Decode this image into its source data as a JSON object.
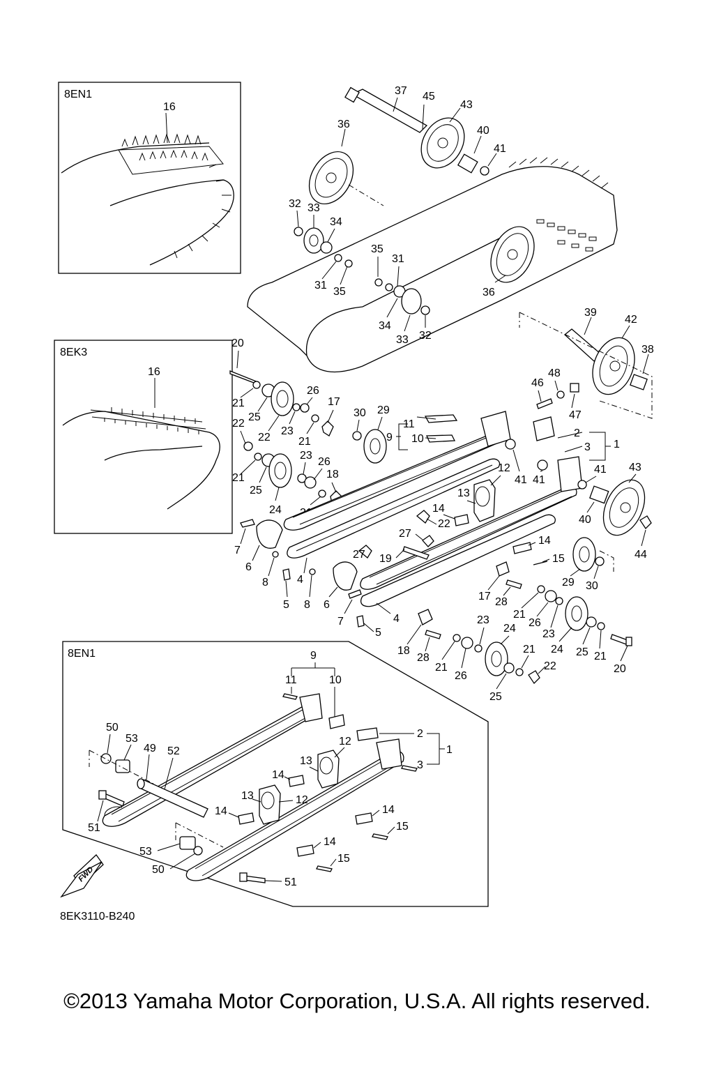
{
  "insets": [
    {
      "title": "8EN1"
    },
    {
      "title": "8EK3"
    },
    {
      "title": "8EN1"
    }
  ],
  "callouts": [
    {
      "id": "c1",
      "text": "16"
    },
    {
      "id": "c2",
      "text": "16"
    },
    {
      "id": "c3",
      "text": "37"
    },
    {
      "id": "c4",
      "text": "45"
    },
    {
      "id": "c5",
      "text": "43"
    },
    {
      "id": "c6",
      "text": "36"
    },
    {
      "id": "c7",
      "text": "40"
    },
    {
      "id": "c8",
      "text": "41"
    },
    {
      "id": "c9",
      "text": "32"
    },
    {
      "id": "c10",
      "text": "33"
    },
    {
      "id": "c11",
      "text": "34"
    },
    {
      "id": "c12",
      "text": "35"
    },
    {
      "id": "c13",
      "text": "31"
    },
    {
      "id": "c14",
      "text": "31"
    },
    {
      "id": "c15",
      "text": "35"
    },
    {
      "id": "c16",
      "text": "36"
    },
    {
      "id": "c17",
      "text": "34"
    },
    {
      "id": "c18",
      "text": "33"
    },
    {
      "id": "c19",
      "text": "32"
    },
    {
      "id": "c20",
      "text": "39"
    },
    {
      "id": "c21",
      "text": "42"
    },
    {
      "id": "c22",
      "text": "38"
    },
    {
      "id": "c23",
      "text": "20"
    },
    {
      "id": "c24",
      "text": "21"
    },
    {
      "id": "c25",
      "text": "25"
    },
    {
      "id": "c26",
      "text": "26"
    },
    {
      "id": "c27",
      "text": "17"
    },
    {
      "id": "c28",
      "text": "30"
    },
    {
      "id": "c29",
      "text": "29"
    },
    {
      "id": "c30",
      "text": "11"
    },
    {
      "id": "c31",
      "text": "9"
    },
    {
      "id": "c32",
      "text": "10"
    },
    {
      "id": "c33",
      "text": "48"
    },
    {
      "id": "c34",
      "text": "46"
    },
    {
      "id": "c35",
      "text": "47"
    },
    {
      "id": "c36",
      "text": "2"
    },
    {
      "id": "c37",
      "text": "3"
    },
    {
      "id": "c38",
      "text": "1"
    },
    {
      "id": "c39",
      "text": "22"
    },
    {
      "id": "c40",
      "text": "23"
    },
    {
      "id": "c41",
      "text": "24"
    },
    {
      "id": "c42",
      "text": "21"
    },
    {
      "id": "c43",
      "text": "23"
    },
    {
      "id": "c44",
      "text": "26"
    },
    {
      "id": "c45",
      "text": "21"
    },
    {
      "id": "c46",
      "text": "25"
    },
    {
      "id": "c47",
      "text": "24"
    },
    {
      "id": "c48",
      "text": "18"
    },
    {
      "id": "c49",
      "text": "21"
    },
    {
      "id": "c50",
      "text": "12"
    },
    {
      "id": "c51",
      "text": "41"
    },
    {
      "id": "c52",
      "text": "41"
    },
    {
      "id": "c53",
      "text": "43"
    },
    {
      "id": "c54",
      "text": "13"
    },
    {
      "id": "c55",
      "text": "14"
    },
    {
      "id": "c56",
      "text": "22"
    },
    {
      "id": "c57",
      "text": "40"
    },
    {
      "id": "c58",
      "text": "44"
    },
    {
      "id": "c59",
      "text": "7"
    },
    {
      "id": "c60",
      "text": "27"
    },
    {
      "id": "c61",
      "text": "27"
    },
    {
      "id": "c62",
      "text": "14"
    },
    {
      "id": "c63",
      "text": "19"
    },
    {
      "id": "c64",
      "text": "6"
    },
    {
      "id": "c65",
      "text": "15"
    },
    {
      "id": "c66",
      "text": "8"
    },
    {
      "id": "c67",
      "text": "4"
    },
    {
      "id": "c68",
      "text": "29"
    },
    {
      "id": "c69",
      "text": "30"
    },
    {
      "id": "c70",
      "text": "5"
    },
    {
      "id": "c71",
      "text": "8"
    },
    {
      "id": "c72",
      "text": "6"
    },
    {
      "id": "c73",
      "text": "17"
    },
    {
      "id": "c74",
      "text": "28"
    },
    {
      "id": "c75",
      "text": "21"
    },
    {
      "id": "c76",
      "text": "26"
    },
    {
      "id": "c77",
      "text": "7"
    },
    {
      "id": "c78",
      "text": "4"
    },
    {
      "id": "c79",
      "text": "23"
    },
    {
      "id": "c80",
      "text": "24"
    },
    {
      "id": "c81",
      "text": "23"
    },
    {
      "id": "c82",
      "text": "5"
    },
    {
      "id": "c83",
      "text": "24"
    },
    {
      "id": "c84",
      "text": "25"
    },
    {
      "id": "c85",
      "text": "21"
    },
    {
      "id": "c86",
      "text": "20"
    },
    {
      "id": "c87",
      "text": "18"
    },
    {
      "id": "c88",
      "text": "28"
    },
    {
      "id": "c89",
      "text": "21"
    },
    {
      "id": "c90",
      "text": "26"
    },
    {
      "id": "c91",
      "text": "21"
    },
    {
      "id": "c92",
      "text": "22"
    },
    {
      "id": "c93",
      "text": "25"
    },
    {
      "id": "c94",
      "text": "9"
    },
    {
      "id": "c95",
      "text": "11"
    },
    {
      "id": "c96",
      "text": "10"
    },
    {
      "id": "c97",
      "text": "2"
    },
    {
      "id": "c98",
      "text": "1"
    },
    {
      "id": "c99",
      "text": "3"
    },
    {
      "id": "c100",
      "text": "50"
    },
    {
      "id": "c101",
      "text": "53"
    },
    {
      "id": "c102",
      "text": "49"
    },
    {
      "id": "c103",
      "text": "52"
    },
    {
      "id": "c104",
      "text": "12"
    },
    {
      "id": "c105",
      "text": "13"
    },
    {
      "id": "c106",
      "text": "14"
    },
    {
      "id": "c107",
      "text": "13"
    },
    {
      "id": "c108",
      "text": "12"
    },
    {
      "id": "c109",
      "text": "14"
    },
    {
      "id": "c110",
      "text": "51"
    },
    {
      "id": "c111",
      "text": "14"
    },
    {
      "id": "c112",
      "text": "15"
    },
    {
      "id": "c113",
      "text": "53"
    },
    {
      "id": "c114",
      "text": "14"
    },
    {
      "id": "c115",
      "text": "50"
    },
    {
      "id": "c116",
      "text": "15"
    },
    {
      "id": "c117",
      "text": "51"
    }
  ],
  "fwd_label": "FWD",
  "doc_code": "8EK3110-B240",
  "copyright": "©2013 Yamaha Motor Corporation, U.S.A. All rights reserved."
}
